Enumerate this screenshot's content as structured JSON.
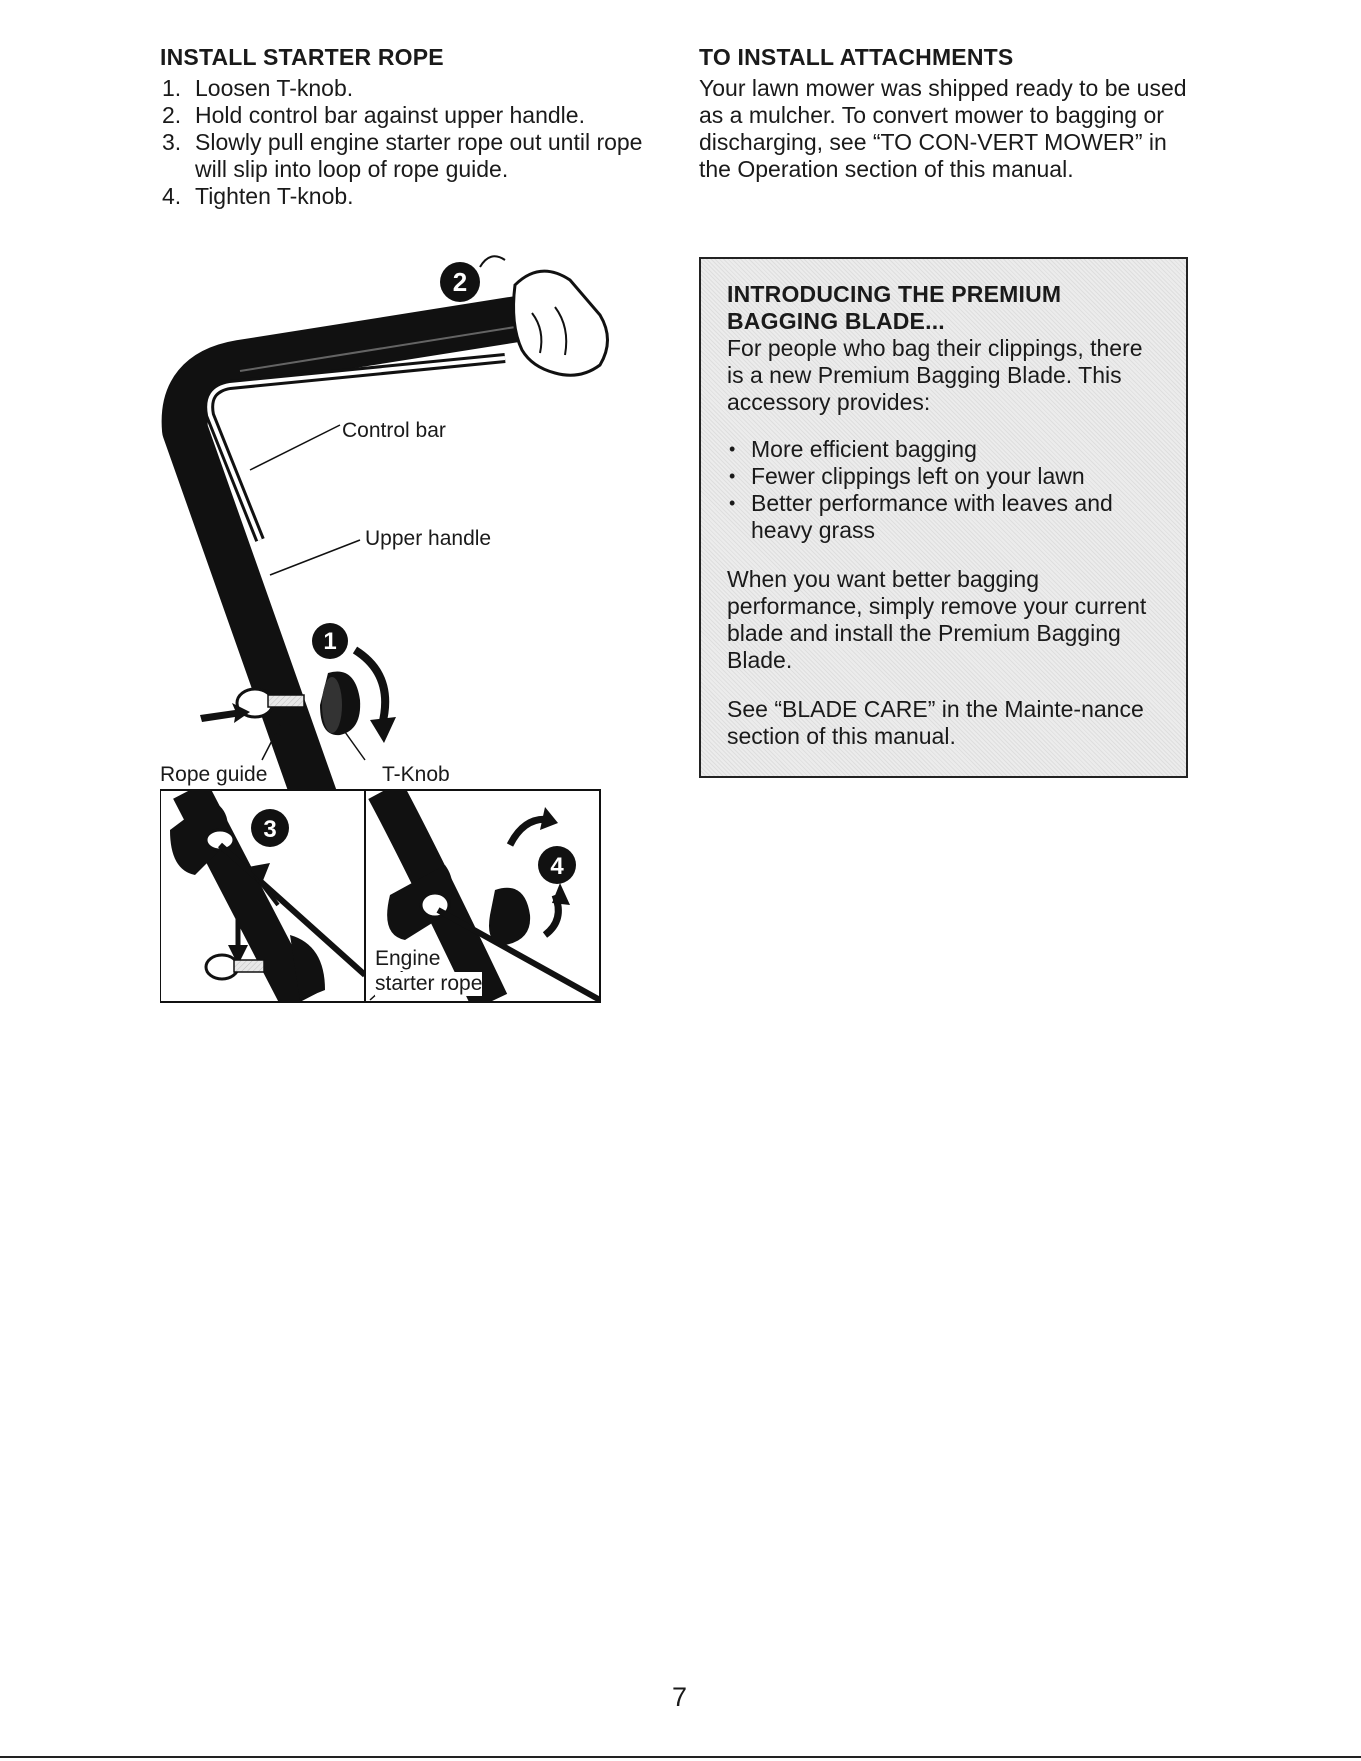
{
  "left": {
    "heading": "INSTALL STARTER ROPE",
    "steps": [
      {
        "num": "1.",
        "text": "Loosen T-knob."
      },
      {
        "num": "2.",
        "text": "Hold control bar against upper handle."
      },
      {
        "num": "3.",
        "text": "Slowly pull engine starter rope out until rope will slip into loop of rope guide."
      },
      {
        "num": "4.",
        "text": "Tighten T-knob."
      }
    ]
  },
  "right": {
    "heading": "TO INSTALL ATTACHMENTS",
    "paragraph": "Your lawn mower was shipped ready to be used as a mulcher. To convert mower to bagging or discharging, see “TO CON-VERT MOWER” in the Operation section of this manual."
  },
  "callout": {
    "heading_line1": "INTRODUCING THE PREMIUM",
    "heading_line2": "BAGGING BLADE...",
    "intro": "For people who bag their clippings, there is a new Premium Bagging Blade.  This accessory provides:",
    "bullets": [
      "More efficient bagging",
      "Fewer clippings left on your lawn",
      "Better performance with leaves and heavy grass"
    ],
    "paragraph2": "When you want better bagging performance, simply remove your current blade and install the Premium Bagging Blade.",
    "paragraph3": "See “BLADE CARE” in the Mainte-nance section of this manual."
  },
  "figure": {
    "labels": {
      "control_bar": "Control bar",
      "upper_handle": "Upper handle",
      "rope_guide": "Rope guide",
      "t_knob": "T-Knob",
      "engine_starter_rope_1": "Engine",
      "engine_starter_rope_2": "starter rope"
    },
    "step_markers": [
      "1",
      "2",
      "3",
      "4"
    ]
  },
  "page_number": "7"
}
